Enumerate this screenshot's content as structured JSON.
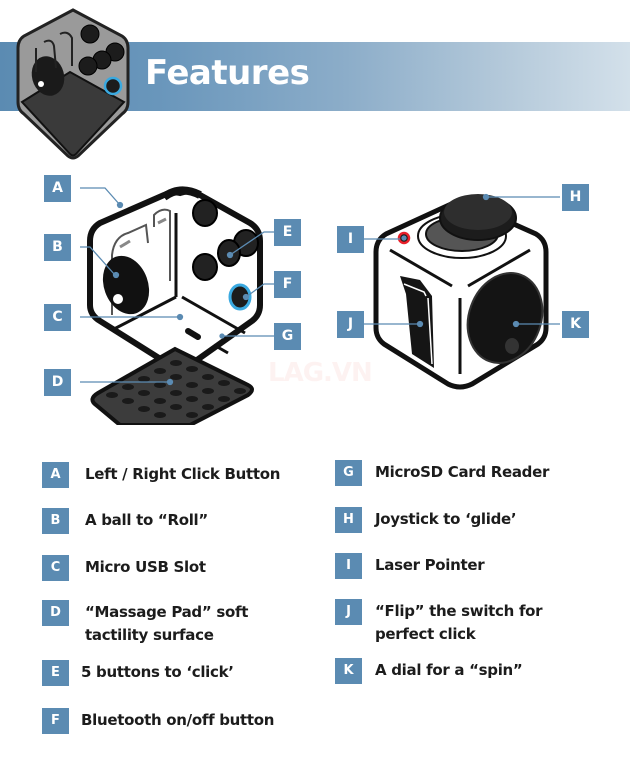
{
  "header": {
    "title": "Features"
  },
  "colors": {
    "accent": "#5b8bb2",
    "banner_end": "#d3e0ea",
    "cube_outline": "#111111",
    "cube_face": "#ffffff",
    "pad": "#3a3a3a",
    "bluetooth_button": "#3aa9e0",
    "laser": "#e8202a"
  },
  "diagram_left": {
    "callouts": [
      {
        "id": "A",
        "label": "A"
      },
      {
        "id": "B",
        "label": "B"
      },
      {
        "id": "C",
        "label": "C"
      },
      {
        "id": "D",
        "label": "D"
      },
      {
        "id": "E",
        "label": "E"
      },
      {
        "id": "F",
        "label": "F"
      },
      {
        "id": "G",
        "label": "G"
      }
    ]
  },
  "diagram_right": {
    "callouts": [
      {
        "id": "H",
        "label": "H"
      },
      {
        "id": "I",
        "label": "I"
      },
      {
        "id": "J",
        "label": "J"
      },
      {
        "id": "K",
        "label": "K"
      }
    ]
  },
  "watermark": "LAG.VN",
  "features": {
    "left": [
      {
        "key": "A",
        "lines": [
          "Left / Right Click Button"
        ]
      },
      {
        "key": "B",
        "lines": [
          "A ball to “Roll”"
        ]
      },
      {
        "key": "C",
        "lines": [
          "Micro USB Slot"
        ]
      },
      {
        "key": "D",
        "lines": [
          "“Massage Pad” soft",
          "tactility surface"
        ]
      },
      {
        "key": "E",
        "lines": [
          "5 buttons to ‘click’"
        ]
      },
      {
        "key": "F",
        "lines": [
          "Bluetooth on/off button"
        ]
      }
    ],
    "right": [
      {
        "key": "G",
        "lines": [
          "MicroSD Card Reader"
        ]
      },
      {
        "key": "H",
        "lines": [
          "Joystick to ‘glide’"
        ]
      },
      {
        "key": "I",
        "lines": [
          "Laser Pointer"
        ]
      },
      {
        "key": "J",
        "lines": [
          "“Flip” the switch for",
          "perfect click"
        ]
      },
      {
        "key": "K",
        "lines": [
          "A dial for a “spin”"
        ]
      }
    ]
  }
}
